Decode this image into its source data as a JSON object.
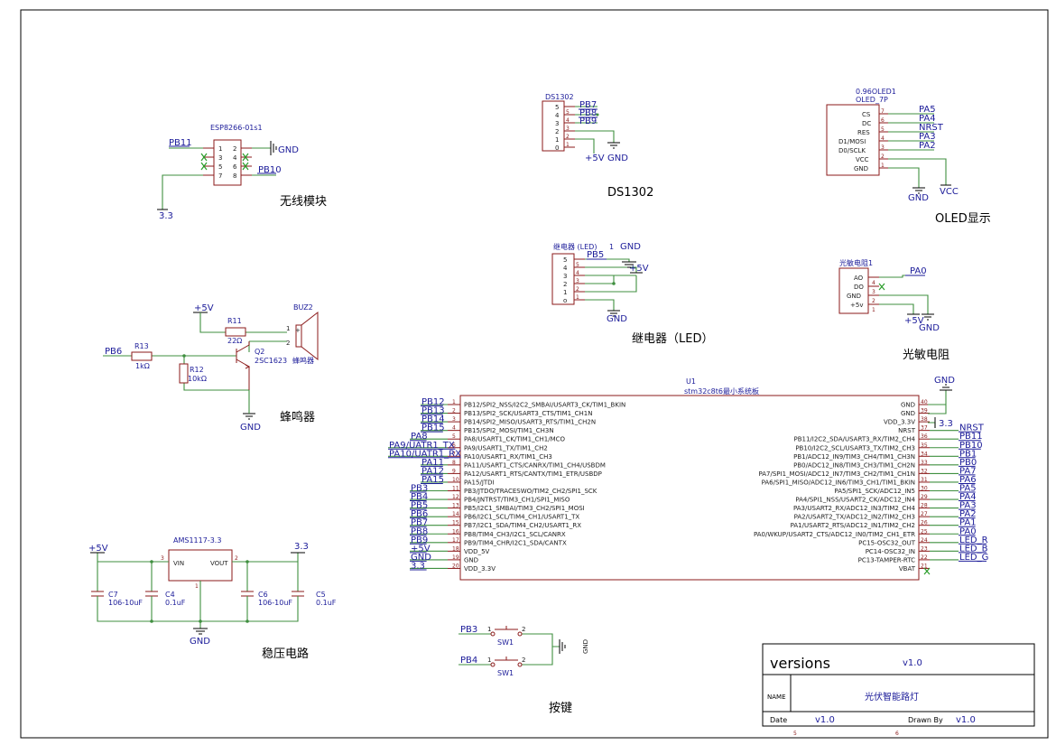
{
  "colors": {
    "wire": "#3f8f3f",
    "part": "#8b1a1a",
    "net": "#1b1b99",
    "frame": "#000000"
  },
  "captions": {
    "wireless": "无线模块",
    "ds1302": "DS1302",
    "oled": "OLED显示",
    "relay": "继电器（LED）",
    "photo": "光敏电阻",
    "buzzer": "蜂鸣器",
    "regulator": "稳压电路",
    "keys": "按键"
  },
  "esp": {
    "name": "ESP8266-01s1",
    "pins": [
      "1",
      "2",
      "3",
      "4",
      "5",
      "6",
      "7",
      "8"
    ],
    "net_pb11": "PB11",
    "net_pb10": "PB10",
    "net_gnd": "GND",
    "net_33": "3.3"
  },
  "ds": {
    "name": "DS1302",
    "pins": [
      "5",
      "4",
      "3",
      "2",
      "1",
      "0"
    ],
    "rows": [
      "5",
      "4",
      "3",
      "2",
      "1",
      "1"
    ],
    "net_pb7": "PB7",
    "net_pb8": "PB8",
    "net_pb9": "PB9",
    "net_5v": "+5V",
    "net_gnd": "GND"
  },
  "oled": {
    "name": "0.96OLED1",
    "sub": "OLED_7P",
    "pins": [
      "CS",
      "DC",
      "RES",
      "D1/MOSI",
      "D0/SCLK",
      "VCC",
      "GND"
    ],
    "nums": [
      "7",
      "6",
      "5",
      "4",
      "3",
      "2",
      "1"
    ],
    "nets": [
      "PA5",
      "PA4",
      "NRST",
      "PA3",
      "PA2"
    ],
    "net_gnd": "GND",
    "net_vcc": "VCC"
  },
  "relay": {
    "name": "继电器 (LED)",
    "num": "1",
    "rows": [
      "5",
      "4",
      "3",
      "2",
      "1",
      "o"
    ],
    "nums": [
      "5",
      "4",
      "3",
      "2",
      "1",
      "1"
    ],
    "net_pb5": "PB5",
    "net_gnd": "GND",
    "net_5v": "+5V",
    "net_gnd2": "GND"
  },
  "photo": {
    "name": "光敏电阻1",
    "pins": [
      "AO",
      "DO",
      "GND",
      "+5v"
    ],
    "nums": [
      "4",
      "3",
      "2",
      "1"
    ],
    "net_pa0": "PA0",
    "net_5v": "+5V",
    "net_gnd": "GND"
  },
  "buzzer": {
    "buz": "BUZ2",
    "buz_sub": "蜂鸣器",
    "r11": "R11",
    "r11v": "22Ω",
    "r13": "R13",
    "r13v": "1kΩ",
    "r12": "R12",
    "r12v": "10kΩ",
    "q2": "Q2",
    "q2v": "2SC1623",
    "net_5v": "+5V",
    "net_pb6": "PB6",
    "net_gnd": "GND",
    "pin_plus": "+",
    "pin1": "1",
    "pin2": "2"
  },
  "mcu": {
    "name": "U1",
    "sub": "stm32c8t6最小系统板",
    "left_pins": [
      "PB12/SPI2_NSS/I2C2_SMBAI/USART3_CK/TIM1_BKIN",
      "PB13/SPI2_SCK/USART3_CTS/TIM1_CH1N",
      "PB14/SPI2_MISO/USART3_RTS/TIM1_CH2N",
      "PB15/SPI2_MOSI/TIM1_CH3N",
      "PA8/USART1_CK/TIM1_CH1/MCO",
      "PA9/USART1_TX/TIM1_CH2",
      "PA10/USART1_RX/TIM1_CH3",
      "PA11/USART1_CTS/CANRX/TIM1_CH4/USBDM",
      "PA12/USART1_RTS/CANTX/TIM1_ETR/USBDP",
      "PA15/JTDI",
      "PB3/JTDO/TRACESWO/TIM2_CH2/SPI1_SCK",
      "PB4/JNTRST/TIM3_CH1/SPI1_MISO",
      "PB5/I2C1_SMBAI/TIM3_CH2/SPI1_MOSI",
      "PB6/I2C1_SCL/TIM4_CH1/USART1_TX",
      "PB7/I2C1_SDA/TIM4_CH2/USART1_RX",
      "PB8/TIM4_CH3/I2C1_SCL/CANRX",
      "PB9/TIM4_CHR/I2C1_SDA/CANTX",
      "VDD_5V",
      "GND",
      "VDD_3.3V"
    ],
    "left_nums": [
      "1",
      "2",
      "3",
      "4",
      "5",
      "6",
      "7",
      "8",
      "9",
      "10",
      "11",
      "12",
      "13",
      "14",
      "15",
      "16",
      "17",
      "18",
      "19",
      "20"
    ],
    "left_nets": [
      "PB12",
      "PB13",
      "PB14",
      "PB15",
      "PA8",
      "PA9/UATR1_TX",
      "PA10/UATR1_RX",
      "PA11",
      "PA12",
      "PA15",
      "PB3",
      "PB4",
      "PB5",
      "PB6",
      "PB7",
      "PB8",
      "PB9",
      "+5V",
      "GND",
      "3.3"
    ],
    "right_pins": [
      "GND",
      "GND",
      "VDD_3.3V",
      "NRST",
      "PB11/I2C2_SDA/USART3_RX/TIM2_CH4",
      "PB10/I2C2_SCL/USART3_TX/TIM2_CH3",
      "PB1/ADC12_IN9/TIM3_CH4/TIM1_CH3N",
      "PB0/ADC12_IN8/TIM3_CH3/TIM1_CH2N",
      "PA7/SPI1_MOSI/ADC12_IN7/TIM3_CH2/TIM1_CH1N",
      "PA6/SPI1_MISO/ADC12_IN6/TIM3_CH1/TIM1_BKIN",
      "PA5/SPI1_SCK/ADC12_IN5",
      "PA4/SPI1_NSS/USART2_CK/ADC12_IN4",
      "PA3/USART2_RX/ADC12_IN3/TIM2_CH4",
      "PA2/USART2_TX/ADC12_IN2/TIM2_CH3",
      "PA1/USART2_RTS/ADC12_IN1/TIM2_CH2",
      "PA0/WKUP/USART2_CTS/ADC12_IN0/TIM2_CH1_ETR",
      "PC15-OSC32_OUT",
      "PC14-OSC32_IN",
      "PC13-TAMPER-RTC",
      "VBAT"
    ],
    "right_nums": [
      "40",
      "39",
      "38",
      "37",
      "36",
      "35",
      "34",
      "33",
      "32",
      "31",
      "30",
      "29",
      "28",
      "27",
      "26",
      "25",
      "24",
      "23",
      "22",
      "21"
    ],
    "right_nets": [
      "",
      "",
      "",
      "NRST",
      "PB11",
      "PB10",
      "PB1",
      "PB0",
      "PA7",
      "PA6",
      "PA5",
      "PA4",
      "PA3",
      "PA2",
      "PA1",
      "PA0",
      "LED_R",
      "LED_B",
      "LED_G",
      ""
    ],
    "net_gnd": "GND",
    "net_33": "3.3"
  },
  "reg": {
    "name": "AMS1117-3.3",
    "vin": "VIN",
    "vout": "VOUT",
    "p3": "3",
    "p2": "2",
    "p1": "1",
    "c7": "C7",
    "c7v": "106-10uF",
    "c4": "C4",
    "c4v": "0.1uF",
    "c6": "C6",
    "c6v": "106-10uF",
    "c5": "C5",
    "c5v": "0.1uF",
    "net_5v": "+5V",
    "net_33": "3.3",
    "net_gnd": "GND"
  },
  "keys": {
    "sw": "SW1",
    "pb3": "PB3",
    "pb4": "PB4",
    "gnd": "GND",
    "p1": "1",
    "p2": "2"
  },
  "title_block": {
    "versions_label": "versions",
    "versions_val": "v1.0",
    "name_label": "NAME",
    "name_val": "光伏智能路灯",
    "date_label": "Date",
    "date_val": "v1.0",
    "drawn_label": "Drawn By",
    "drawn_val": "v1.0",
    "mark_a": "5",
    "mark_b": "6"
  }
}
